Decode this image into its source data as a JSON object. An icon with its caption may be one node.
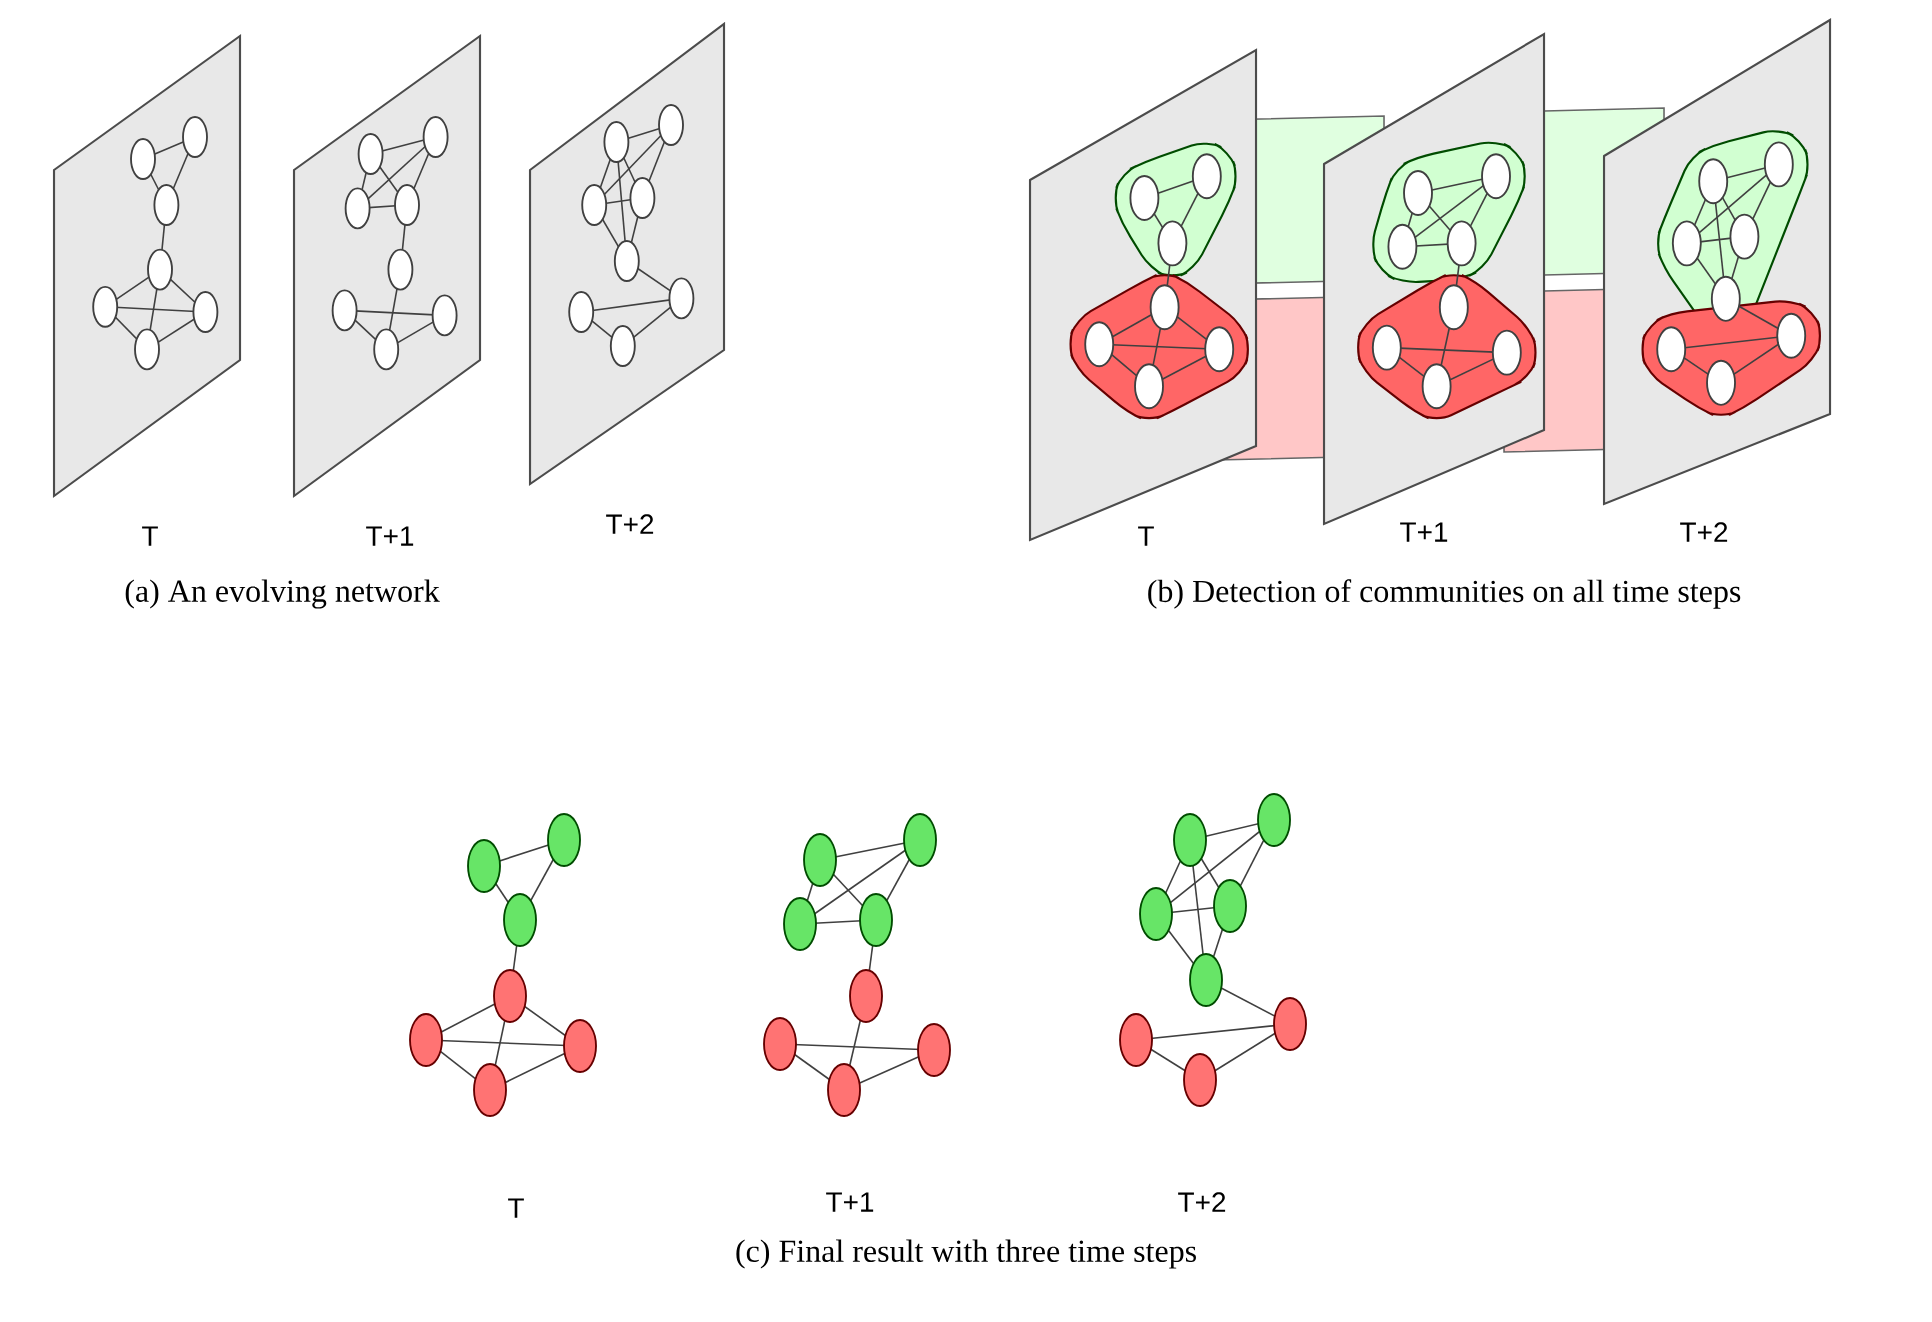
{
  "diagram": {
    "labels": [
      "T",
      "T+1",
      "T+2",
      "T",
      "T+1",
      "T+2",
      "(a) An evolving network",
      "(b) Detection of communities on all time steps",
      "T",
      "T+1",
      "T+2",
      "(c) Final result with three time steps"
    ]
  }
}
